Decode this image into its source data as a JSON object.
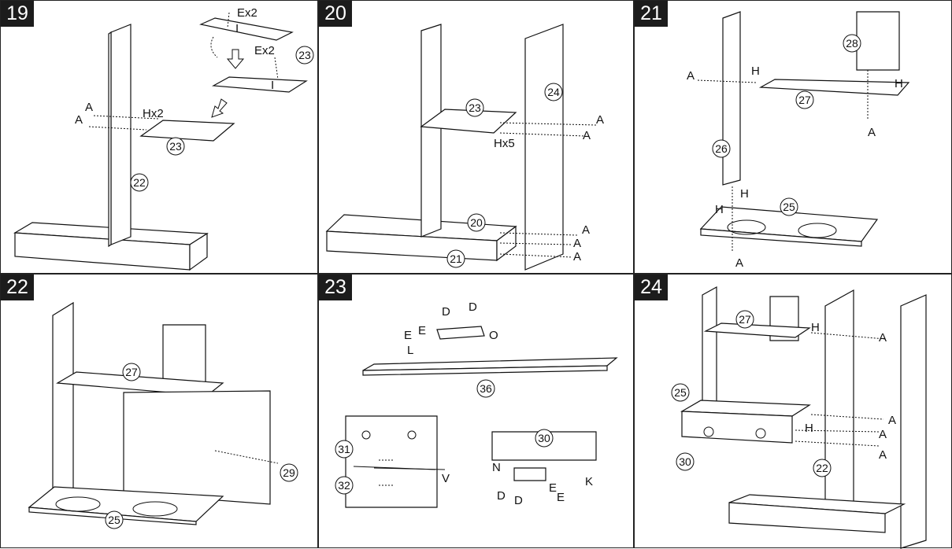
{
  "steps": [
    "19",
    "20",
    "21",
    "22",
    "23",
    "24"
  ],
  "p19": {
    "ex_top": "Ex2",
    "i_top": "I",
    "ex_mid": "Ex2",
    "i_mid": "I",
    "a1": "A",
    "a2": "A",
    "hx": "Hx2",
    "n23a": "23",
    "n23b": "23",
    "n22": "22"
  },
  "p20": {
    "n23": "23",
    "n24": "24",
    "hx": "Hx5",
    "a1": "A",
    "a2": "A",
    "n20": "20",
    "n21": "21",
    "a3": "A",
    "a4": "A",
    "a5": "A"
  },
  "p21": {
    "a1": "A",
    "h1": "H",
    "h2": "H",
    "n28": "28",
    "n27": "27",
    "a2": "A",
    "n26": "26",
    "h3": "H",
    "h4": "H",
    "n25": "25",
    "a3": "A"
  },
  "p22": {
    "n27": "27",
    "n29": "29",
    "n25": "25"
  },
  "p23": {
    "d1": "D",
    "d2": "D",
    "e1": "E",
    "e2": "E",
    "o": "O",
    "l": "L",
    "n36": "36",
    "n31": "31",
    "n32": "32",
    "v": "V",
    "n30": "30",
    "n": "N",
    "k": "K",
    "d3": "D",
    "d4": "D",
    "e3": "E",
    "e4": "E"
  },
  "p24": {
    "n27": "27",
    "h1": "H",
    "a1": "A",
    "n25": "25",
    "h2": "H",
    "a2": "A",
    "a3": "A",
    "a4": "A",
    "n30": "30",
    "n22": "22"
  }
}
